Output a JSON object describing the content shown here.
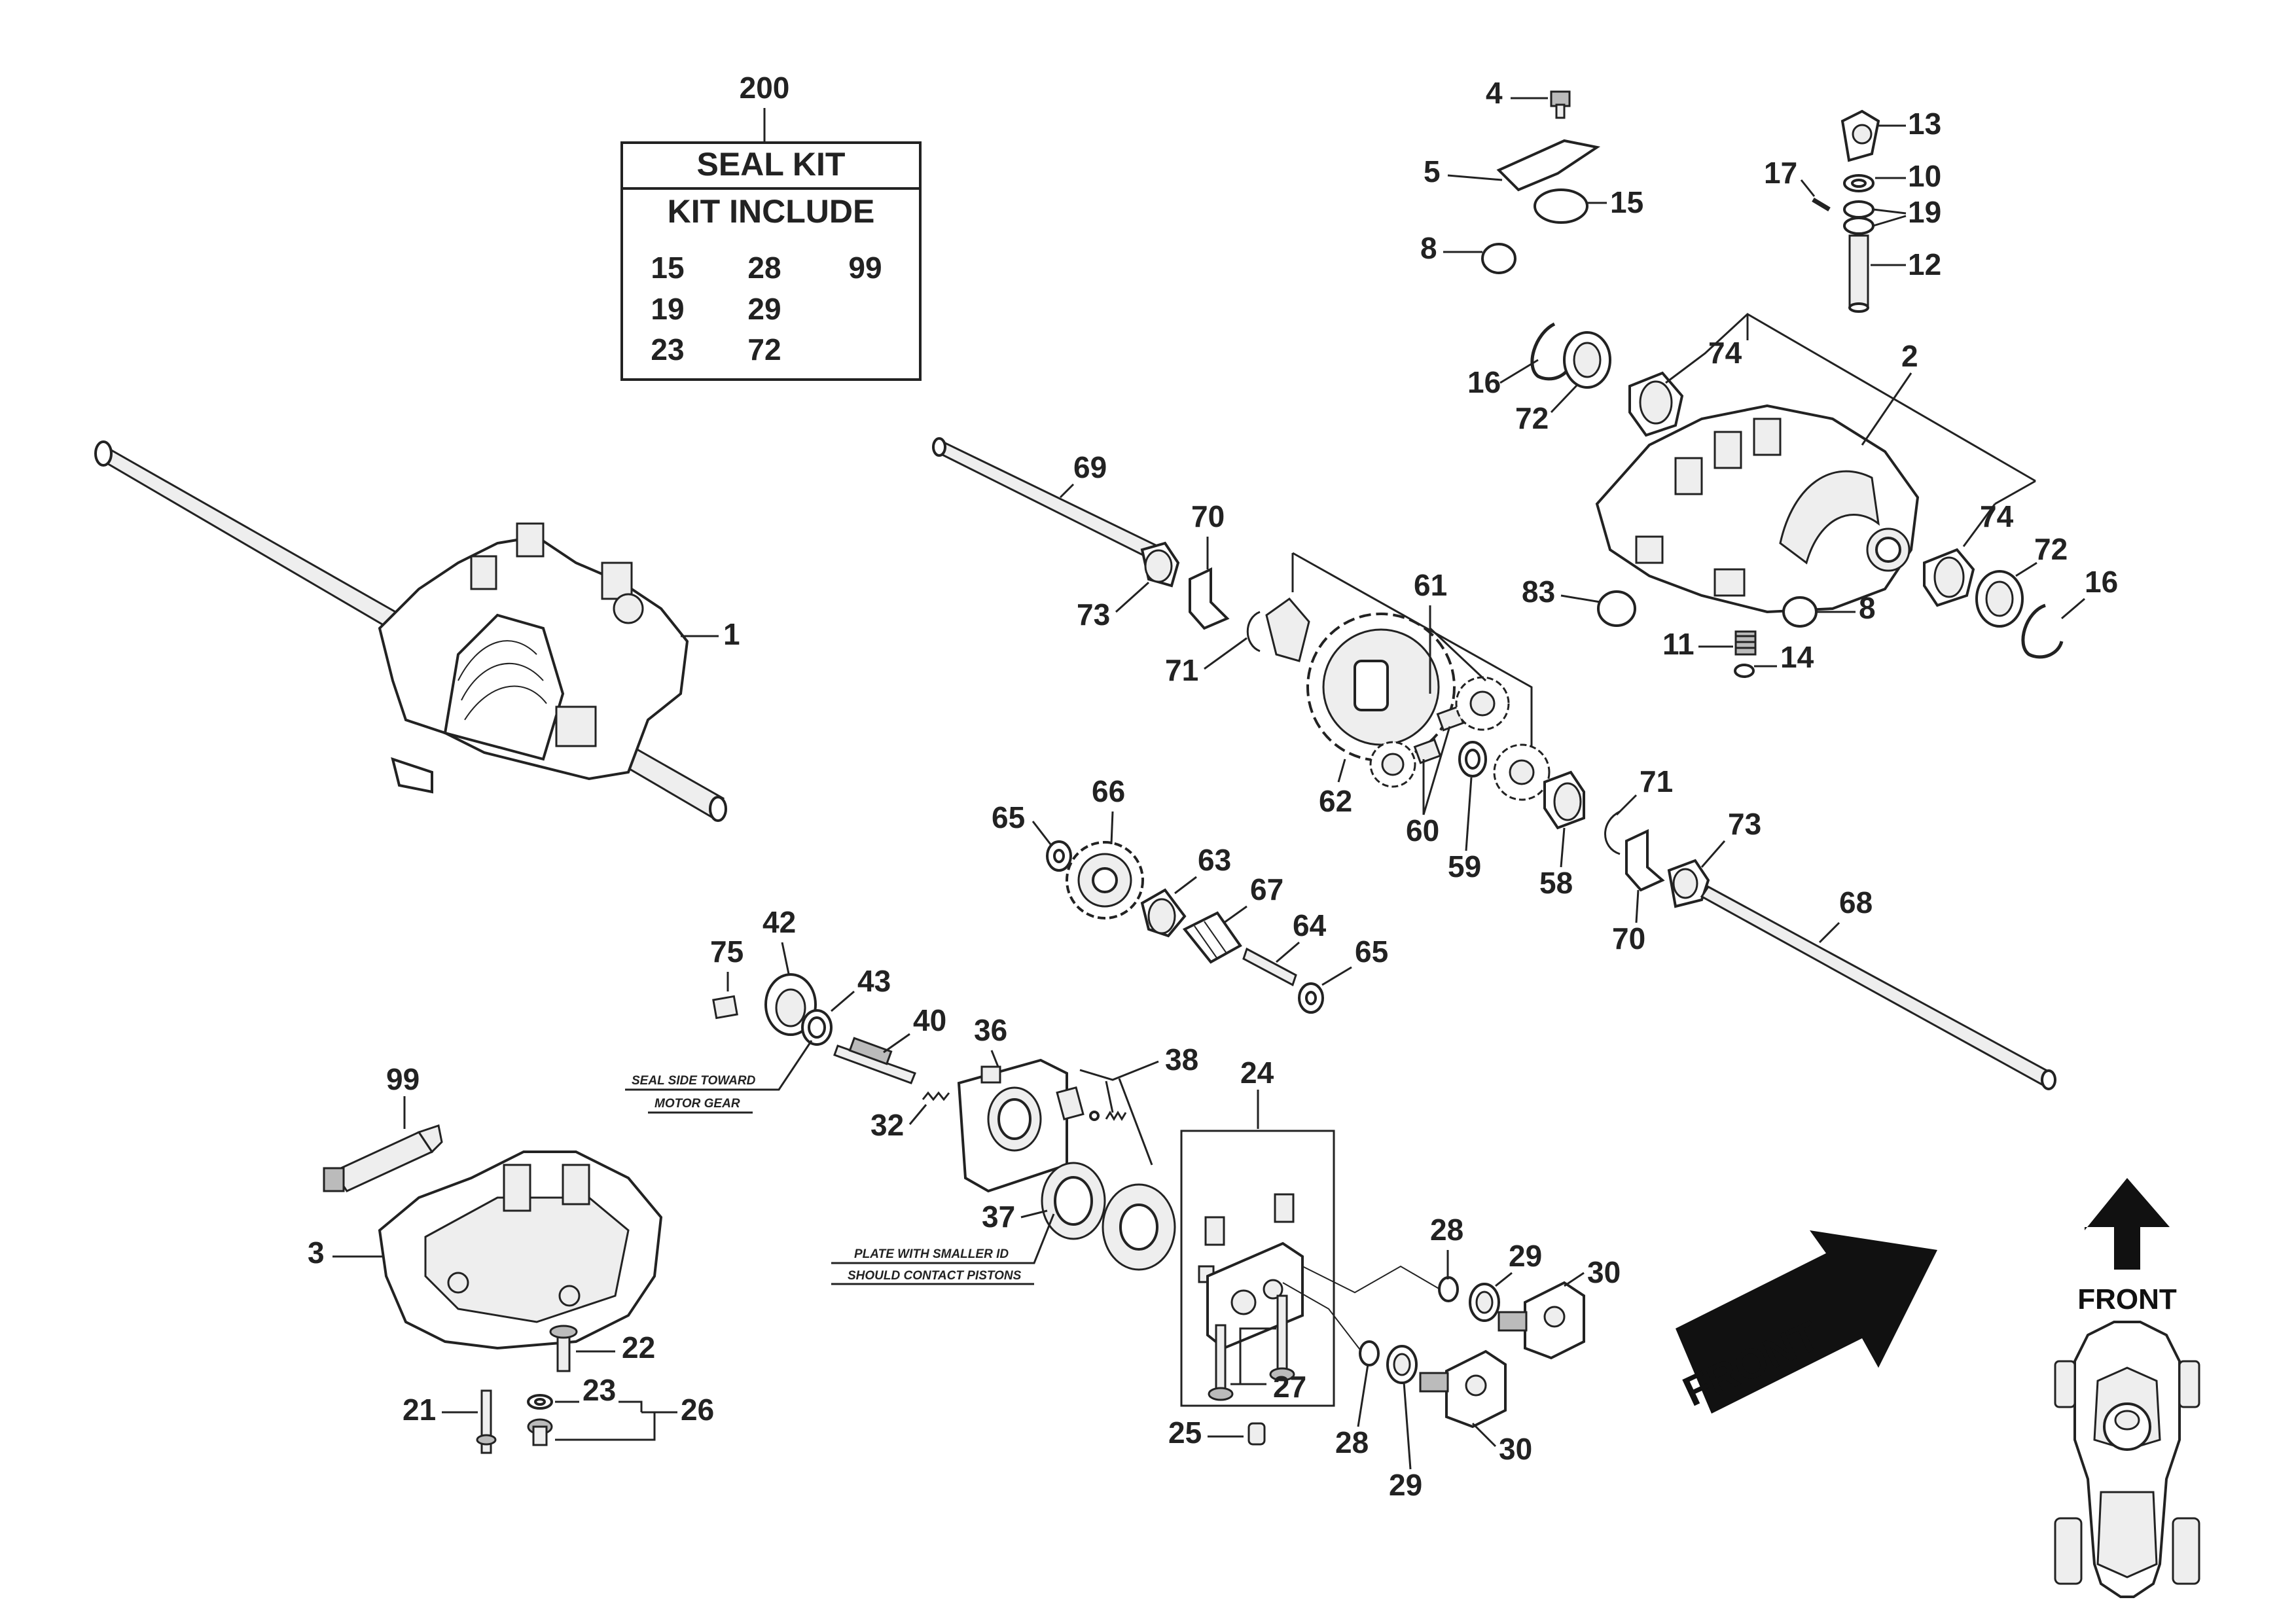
{
  "seal_kit": {
    "number": "200",
    "title": "SEAL KIT",
    "subtitle": "KIT INCLUDE",
    "items": [
      "15",
      "28",
      "99",
      "19",
      "29",
      "23",
      "72"
    ]
  },
  "notes": {
    "seal_side_1": "SEAL SIDE TOWARD",
    "seal_side_2": "MOTOR GEAR",
    "plate_1": "PLATE WITH SMALLER ID",
    "plate_2": "SHOULD CONTACT PISTONS"
  },
  "arrows": {
    "front_diag": "FRONT",
    "front_tractor": "FRONT"
  },
  "callouts": {
    "c1": "1",
    "c2": "2",
    "c3": "3",
    "c4": "4",
    "c5": "5",
    "c8a": "8",
    "c8b": "8",
    "c10": "10",
    "c11": "11",
    "c12": "12",
    "c13": "13",
    "c14": "14",
    "c15": "15",
    "c16a": "16",
    "c16b": "16",
    "c17": "17",
    "c19": "19",
    "c21": "21",
    "c22": "22",
    "c23": "23",
    "c24": "24",
    "c25": "25",
    "c26": "26",
    "c27": "27",
    "c28a": "28",
    "c28b": "28",
    "c29a": "29",
    "c29b": "29",
    "c30a": "30",
    "c30b": "30",
    "c32": "32",
    "c36": "36",
    "c37": "37",
    "c38": "38",
    "c40": "40",
    "c42": "42",
    "c43": "43",
    "c58": "58",
    "c59": "59",
    "c60": "60",
    "c61": "61",
    "c62": "62",
    "c63": "63",
    "c64": "64",
    "c65a": "65",
    "c65b": "65",
    "c66": "66",
    "c67": "67",
    "c68": "68",
    "c69": "69",
    "c70a": "70",
    "c70b": "70",
    "c71a": "71",
    "c71b": "71",
    "c72a": "72",
    "c72b": "72",
    "c73a": "73",
    "c73b": "73",
    "c74a": "74",
    "c74b": "74",
    "c75": "75",
    "c83": "83",
    "c99": "99"
  },
  "colors": {
    "ink": "#222222",
    "fill_light": "#eeeeee",
    "fill_mid": "#bbbbbb",
    "arrow": "#111111"
  }
}
